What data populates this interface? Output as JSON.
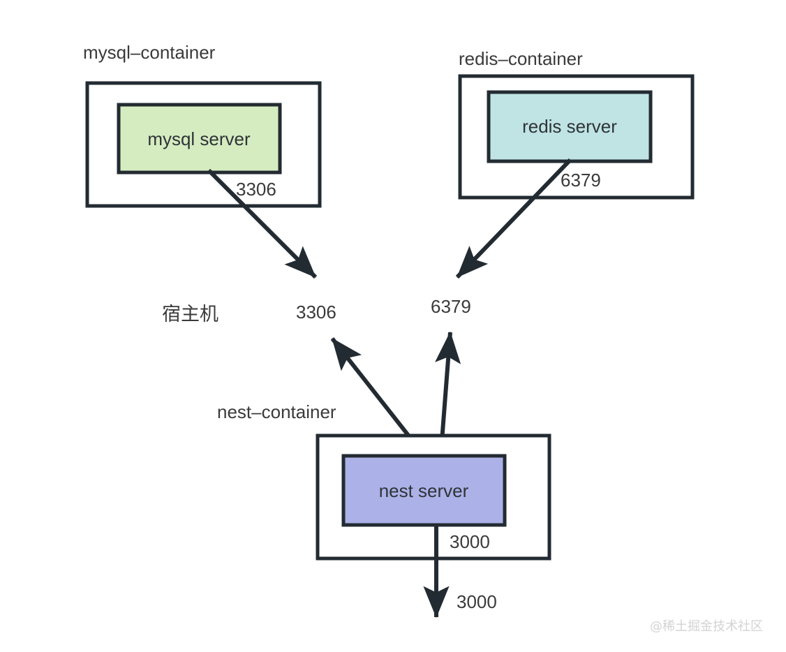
{
  "diagram": {
    "title_labels": {
      "mysql_container": "mysql–container",
      "redis_container": "redis–container",
      "nest_container": "nest–container",
      "host_machine": "宿主机"
    },
    "nodes": [
      {
        "id": "mysql-server",
        "label": "mysql server",
        "fill": "#d5ecc0",
        "stroke": "#232b32"
      },
      {
        "id": "redis-server",
        "label": "redis server",
        "fill": "#bfe4e3",
        "stroke": "#232b32"
      },
      {
        "id": "nest-server",
        "label": "nest server",
        "fill": "#acb2e8",
        "stroke": "#232b32"
      }
    ],
    "ports": {
      "mysql_internal": "3306",
      "mysql_host": "3306",
      "redis_internal": "6379",
      "redis_host": "6379",
      "nest_internal": "3000",
      "nest_host": "3000"
    },
    "colors": {
      "stroke": "#232b32",
      "background": "#ffffff",
      "text": "#3a3a3a",
      "watermark": "#d3d3d3"
    }
  },
  "watermark": {
    "text": "@稀土掘金技术社区"
  }
}
